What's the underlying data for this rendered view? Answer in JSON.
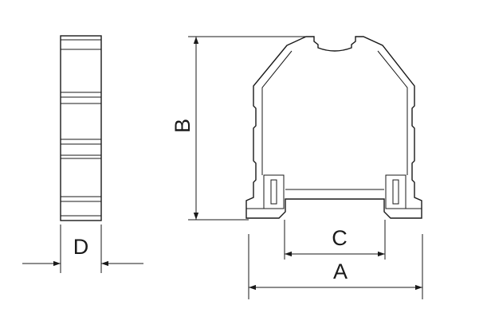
{
  "labels": {
    "a": "A",
    "b": "B",
    "c": "C",
    "d": "D"
  },
  "colors": {
    "stroke": "#1a1a1a",
    "background": "#ffffff"
  }
}
